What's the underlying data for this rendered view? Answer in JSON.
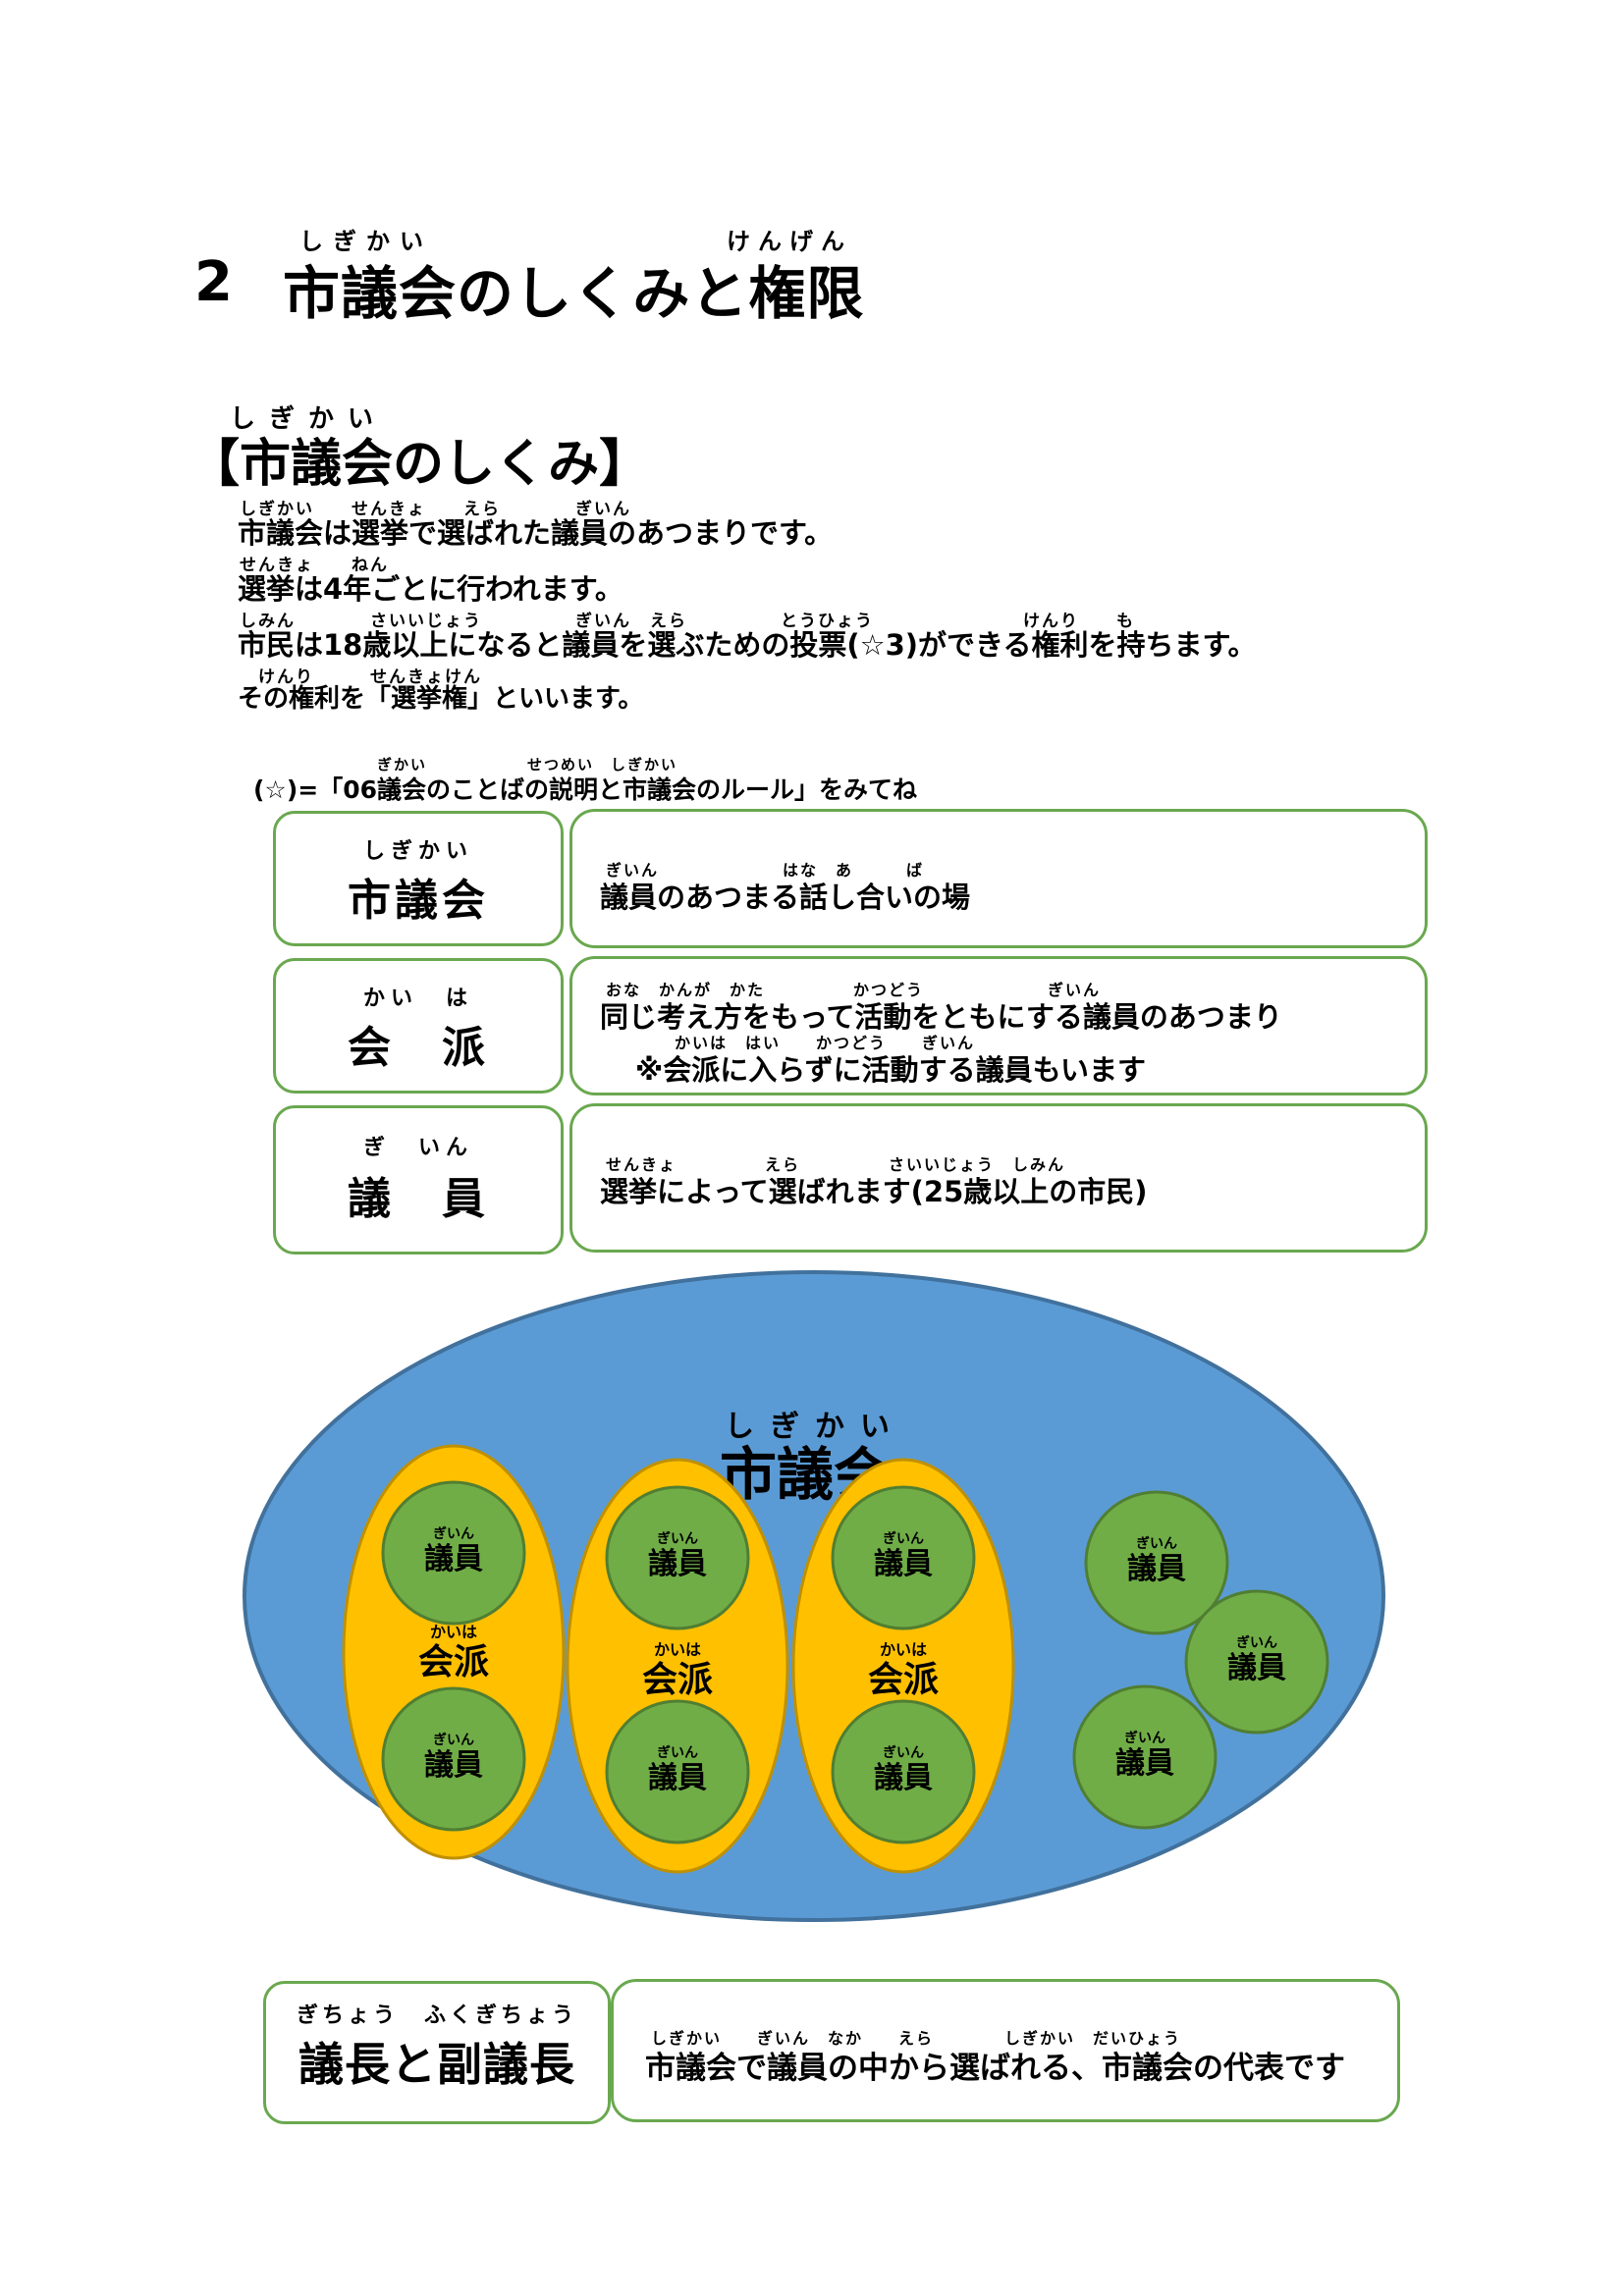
{
  "header": {
    "number": "2",
    "ruby_shigikai": "しぎかい",
    "ruby_kengen": "けんげん",
    "title": "市議会のしくみと権限"
  },
  "section": {
    "ruby": "しぎかい",
    "title": "【市議会のしくみ】"
  },
  "body": {
    "lines": [
      {
        "ruby": "しぎかい　　せんきょ　　えら　　　　ぎいん",
        "text": "市議会は選挙で選ばれた議員のあつまりです。"
      },
      {
        "ruby": "せんきょ　　ねん",
        "text": "選挙は4年ごとに行われます。"
      },
      {
        "ruby": "しみん　　　　さいいじょう　　　　　ぎいん　えら　　　　　とうひょう　　　　　　　　けんり　　も",
        "text": "市民は18歳以上になると議員を選ぶための投票(☆3)ができる権利を持ちます。"
      },
      {
        "ruby": "　けんり　　　せんきょけん",
        "text": "その権利を「選挙権」といいます。"
      }
    ]
  },
  "note": {
    "ruby": "ぎかい　　　　　　せつめい　しぎかい",
    "text": "(☆)=「06議会のことばの説明と市議会のルール」をみてね"
  },
  "terms": [
    {
      "ruby": "しぎかい",
      "term": "市議会",
      "def_ruby": "ぎいん　　　　　　　はな　あ　　　ば",
      "definition": "議員のあつまる話し合いの場",
      "def2_ruby": "",
      "definition2": ""
    },
    {
      "ruby": "かい　は",
      "term": "会　派",
      "def_ruby": "おな　かんが　かた　　　　　かつどう　　　　　　　ぎいん",
      "definition": "同じ考え方をもって活動をともにする議員のあつまり",
      "def2_ruby": "かいは　はい　　かつどう　　ぎいん",
      "definition2": "※会派に入らずに活動する議員もいます"
    },
    {
      "ruby": "ぎ　いん",
      "term": "議　員",
      "def_ruby": "せんきょ　　　　　えら　　　　　さいいじょう　しみん",
      "definition": "選挙によって選ばれます(25歳以上の市民)",
      "def2_ruby": "",
      "definition2": ""
    }
  ],
  "diagram": {
    "council_ruby": "しぎかい",
    "council_label": "市議会",
    "faction_ruby": "かいは",
    "faction_label": "会派",
    "member_ruby": "ぎいん",
    "member_label": "議員",
    "colors": {
      "council": "#5b9bd5",
      "council_stroke": "#41719c",
      "faction": "#ffc000",
      "faction_stroke": "#bf9000",
      "member": "#70ad47",
      "member_stroke": "#507e32"
    }
  },
  "bottom": {
    "ruby": "ぎちょう　ふくぎちょう",
    "term": "議長と副議長",
    "def_ruby": "しぎかい　　ぎいん　なか　　えら　　　　しぎかい　だいひょう",
    "definition": "市議会で議員の中から選ばれる、市議会の代表です"
  }
}
